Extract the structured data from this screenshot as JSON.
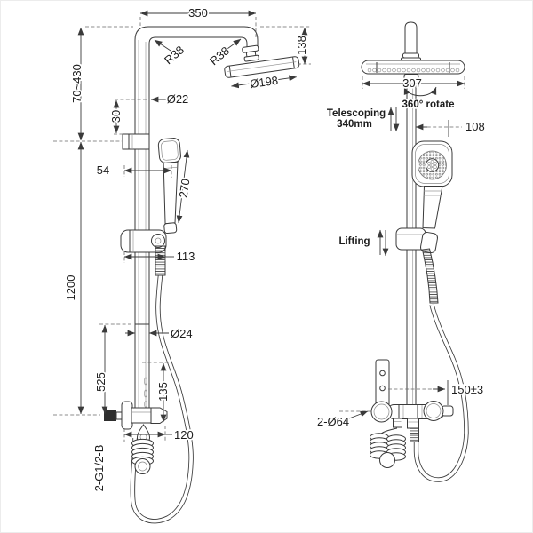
{
  "page": {
    "background": "#ffffff",
    "line_color": "#3a3a3a"
  },
  "left_view": {
    "dims": {
      "top_width": "350",
      "radius_left": "R38",
      "radius_right": "R38",
      "head_drop": "138",
      "head_diameter": "Ø198",
      "pipe_diameter": "Ø22",
      "wall_distance_range": "70~430",
      "bracket_offset": "30",
      "holder_offset": "54",
      "handshower_length": "270",
      "slider_width": "113",
      "column_length": "1200",
      "lower_pipe_diameter": "Ø24",
      "valve_to_joint": "525",
      "spout_drop": "135",
      "spout_reach": "120",
      "thread_spec": "2-G1/2-B"
    }
  },
  "right_view": {
    "labels": {
      "head_width": "307",
      "rotate_note": "360° rotate",
      "telescoping_label": "Telescoping",
      "telescoping_value": "340mm",
      "holder_offset": "108",
      "lifting_label": "Lifting",
      "inlet_spacing": "150±3",
      "escutcheon_spec": "2-Ø64"
    }
  }
}
